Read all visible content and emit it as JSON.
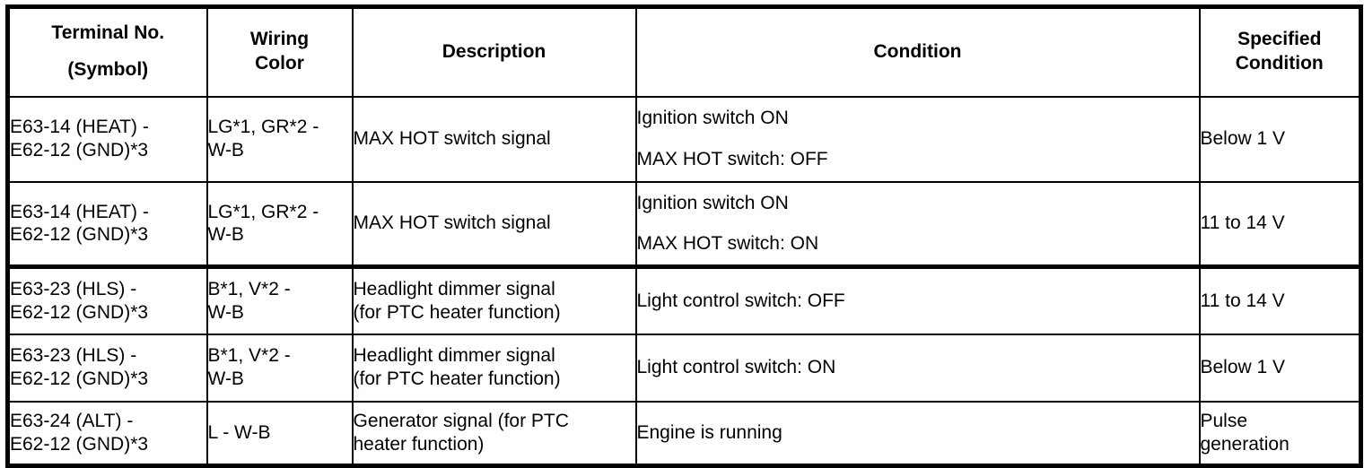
{
  "table": {
    "headers": {
      "terminal_no_line1": "Terminal No.",
      "terminal_no_line2": "(Symbol)",
      "wiring_color_line1": "Wiring",
      "wiring_color_line2": "Color",
      "description": "Description",
      "condition": "Condition",
      "specified_condition_line1": "Specified",
      "specified_condition_line2": "Condition"
    },
    "rows": [
      {
        "terminal_line1": "E63-14 (HEAT) -",
        "terminal_line2": "E62-12 (GND)*3",
        "wiring_line1": "LG*1, GR*2 -",
        "wiring_line2": "W-B",
        "description_line1": "MAX HOT switch signal",
        "description_line2": "",
        "condition_line1": "Ignition switch ON",
        "condition_line2": "MAX HOT switch: OFF",
        "specified_line1": "Below 1 V",
        "specified_line2": ""
      },
      {
        "terminal_line1": "E63-14 (HEAT) -",
        "terminal_line2": "E62-12 (GND)*3",
        "wiring_line1": "LG*1, GR*2 -",
        "wiring_line2": "W-B",
        "description_line1": "MAX HOT switch signal",
        "description_line2": "",
        "condition_line1": "Ignition switch ON",
        "condition_line2": "MAX HOT switch: ON",
        "specified_line1": "11 to 14 V",
        "specified_line2": ""
      },
      {
        "terminal_line1": "E63-23 (HLS) -",
        "terminal_line2": "E62-12 (GND)*3",
        "wiring_line1": "B*1, V*2 -",
        "wiring_line2": "W-B",
        "description_line1": "Headlight dimmer signal",
        "description_line2": "(for PTC heater function)",
        "condition_line1": "Light control switch: OFF",
        "condition_line2": "",
        "specified_line1": "11 to 14 V",
        "specified_line2": ""
      },
      {
        "terminal_line1": "E63-23 (HLS) -",
        "terminal_line2": "E62-12 (GND)*3",
        "wiring_line1": "B*1, V*2 -",
        "wiring_line2": "W-B",
        "description_line1": "Headlight dimmer signal",
        "description_line2": "(for PTC heater function)",
        "condition_line1": "Light control switch: ON",
        "condition_line2": "",
        "specified_line1": "Below 1 V",
        "specified_line2": ""
      },
      {
        "terminal_line1": "E63-24 (ALT) -",
        "terminal_line2": "E62-12 (GND)*3",
        "wiring_line1": "L - W-B",
        "wiring_line2": "",
        "description_line1": "Generator signal (for PTC",
        "description_line2": "heater function)",
        "condition_line1": "Engine is running",
        "condition_line2": "",
        "specified_line1": "Pulse",
        "specified_line2": "generation"
      }
    ]
  },
  "colors": {
    "border": "#000000",
    "text": "#000000",
    "background": "#ffffff"
  }
}
